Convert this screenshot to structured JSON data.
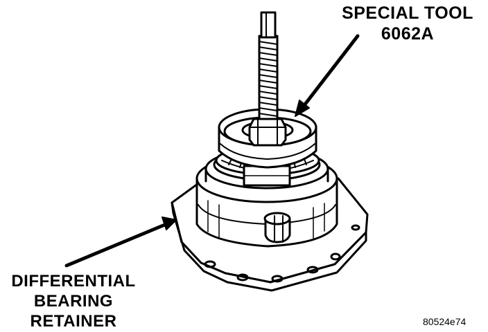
{
  "labels": {
    "special_tool": [
      "SPECIAL TOOL",
      "6062A"
    ],
    "retainer": [
      "DIFFERENTIAL",
      "BEARING",
      "RETAINER"
    ]
  },
  "figure_id": "80524e74",
  "colors": {
    "ink": "#000000",
    "paper": "#ffffff"
  }
}
